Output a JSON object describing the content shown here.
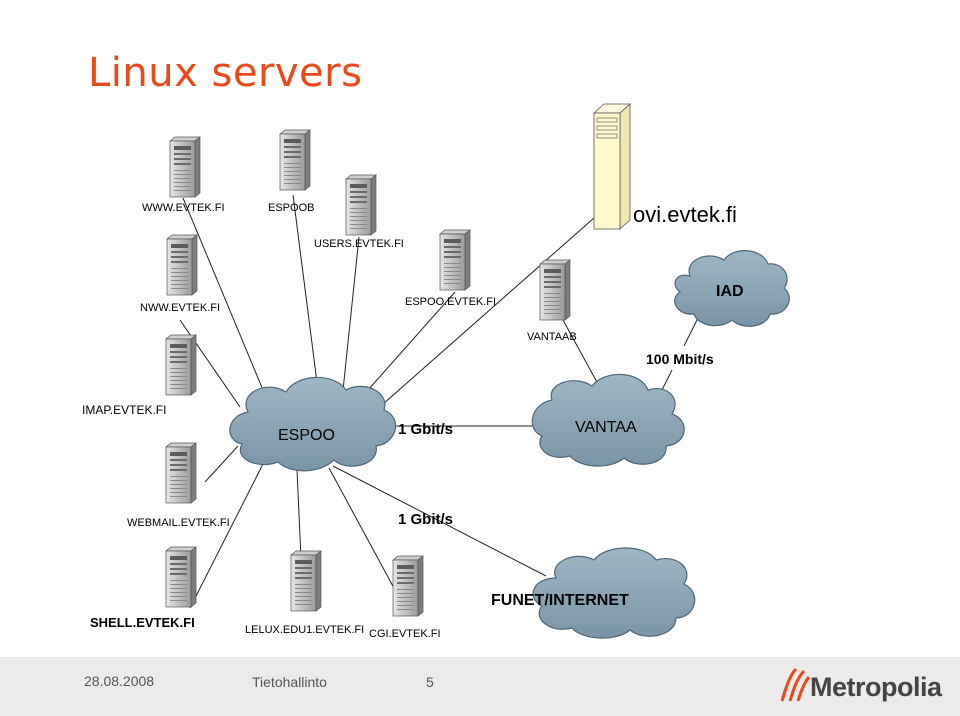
{
  "slide": {
    "title": "Linux servers",
    "footer": {
      "date": "28.08.2008",
      "course": "Tietohallinto",
      "page": "5",
      "logo_text": "Metropolia"
    }
  },
  "diagram": {
    "servers": [
      {
        "label": "WWW.EVTEK.FI"
      },
      {
        "label": "ESPOOB"
      },
      {
        "label": "USERS.EVTEK.FI"
      },
      {
        "label": "NWW.EVTEK.FI"
      },
      {
        "label": "ESPOO.EVTEK.FI"
      },
      {
        "label": "VANTAAB"
      },
      {
        "label": "IMAP.EVTEK.FI"
      },
      {
        "label": "WEBMAIL.EVTEK.FI"
      },
      {
        "label": "SHELL.EVTEK.FI"
      },
      {
        "label": "LELUX.EDU1.EVTEK.FI"
      },
      {
        "label": "CGI.EVTEK.FI"
      },
      {
        "label": "ovi.evtek.fi"
      }
    ],
    "clouds": [
      {
        "label": "ESPOO"
      },
      {
        "label": "VANTAA"
      },
      {
        "label": "IAD"
      },
      {
        "label": "FUNET/INTERNET"
      }
    ],
    "links": [
      {
        "label": "1 Gbit/s"
      },
      {
        "label": "1 Gbit/s"
      },
      {
        "label": "100 Mbit/s"
      }
    ]
  }
}
